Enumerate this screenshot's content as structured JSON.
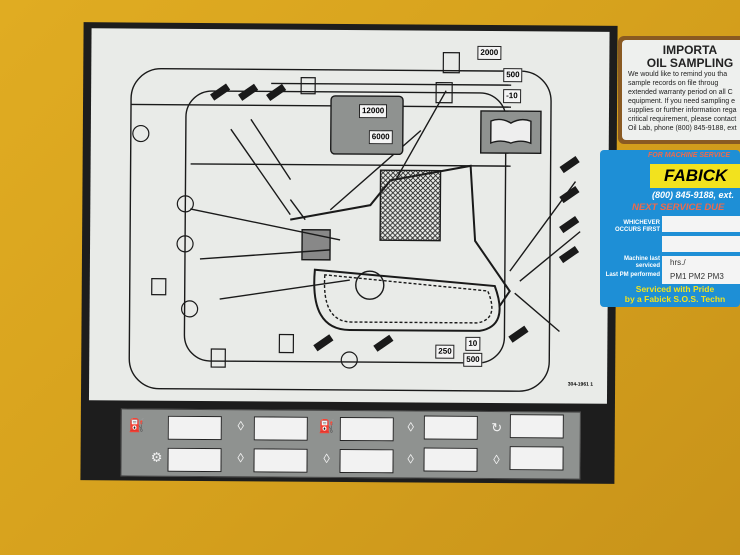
{
  "decal": {
    "intervals": {
      "top": "2000",
      "mid": "500",
      "low": "-10",
      "engine_large": "12000",
      "engine_small": "6000",
      "bottom_a": "10",
      "bottom_b": "250",
      "bottom_c": "500"
    },
    "part_number": "304-1961 1",
    "icons": [
      "hydraulic-filter-icon",
      "grease-gun-icon",
      "engine-oil-icon",
      "coolant-icon",
      "manual-book-icon",
      "fuel-icon",
      "water-separator-icon",
      "gear-oil-icon",
      "battery-icon"
    ]
  },
  "oil_sticker": {
    "title1": "IMPORTA",
    "title2": "OIL SAMPLING",
    "lines": [
      "We would like to remind you tha",
      "sample records on file throug",
      "extended warranty period on all C",
      "equipment. If you need sampling e",
      "supplies or further information rega",
      "critical requirement, please contact",
      "Oil Lab, phone (800) 845-9188, ext"
    ]
  },
  "fabick_sticker": {
    "header": "FOR MACHINE SERVICE",
    "logo": "FABICK",
    "phone": "(800) 845-9188, ext.",
    "next": "NEXT SERVICE DUE",
    "whichever": "WHICHEVER OCCURS FIRST",
    "machine_label": "Machine last serviced",
    "machine_value": "hrs./",
    "lastpm_label": "Last PM performed",
    "lastpm_value": "PM1  PM2  PM3",
    "footer1": "Serviced with Pride",
    "footer2": "by a Fabick S.O.S. Techn"
  },
  "colors": {
    "machine": "#d9a520",
    "fabick_blue": "#1e8fd6",
    "fabick_yellow": "#f2e21e"
  }
}
